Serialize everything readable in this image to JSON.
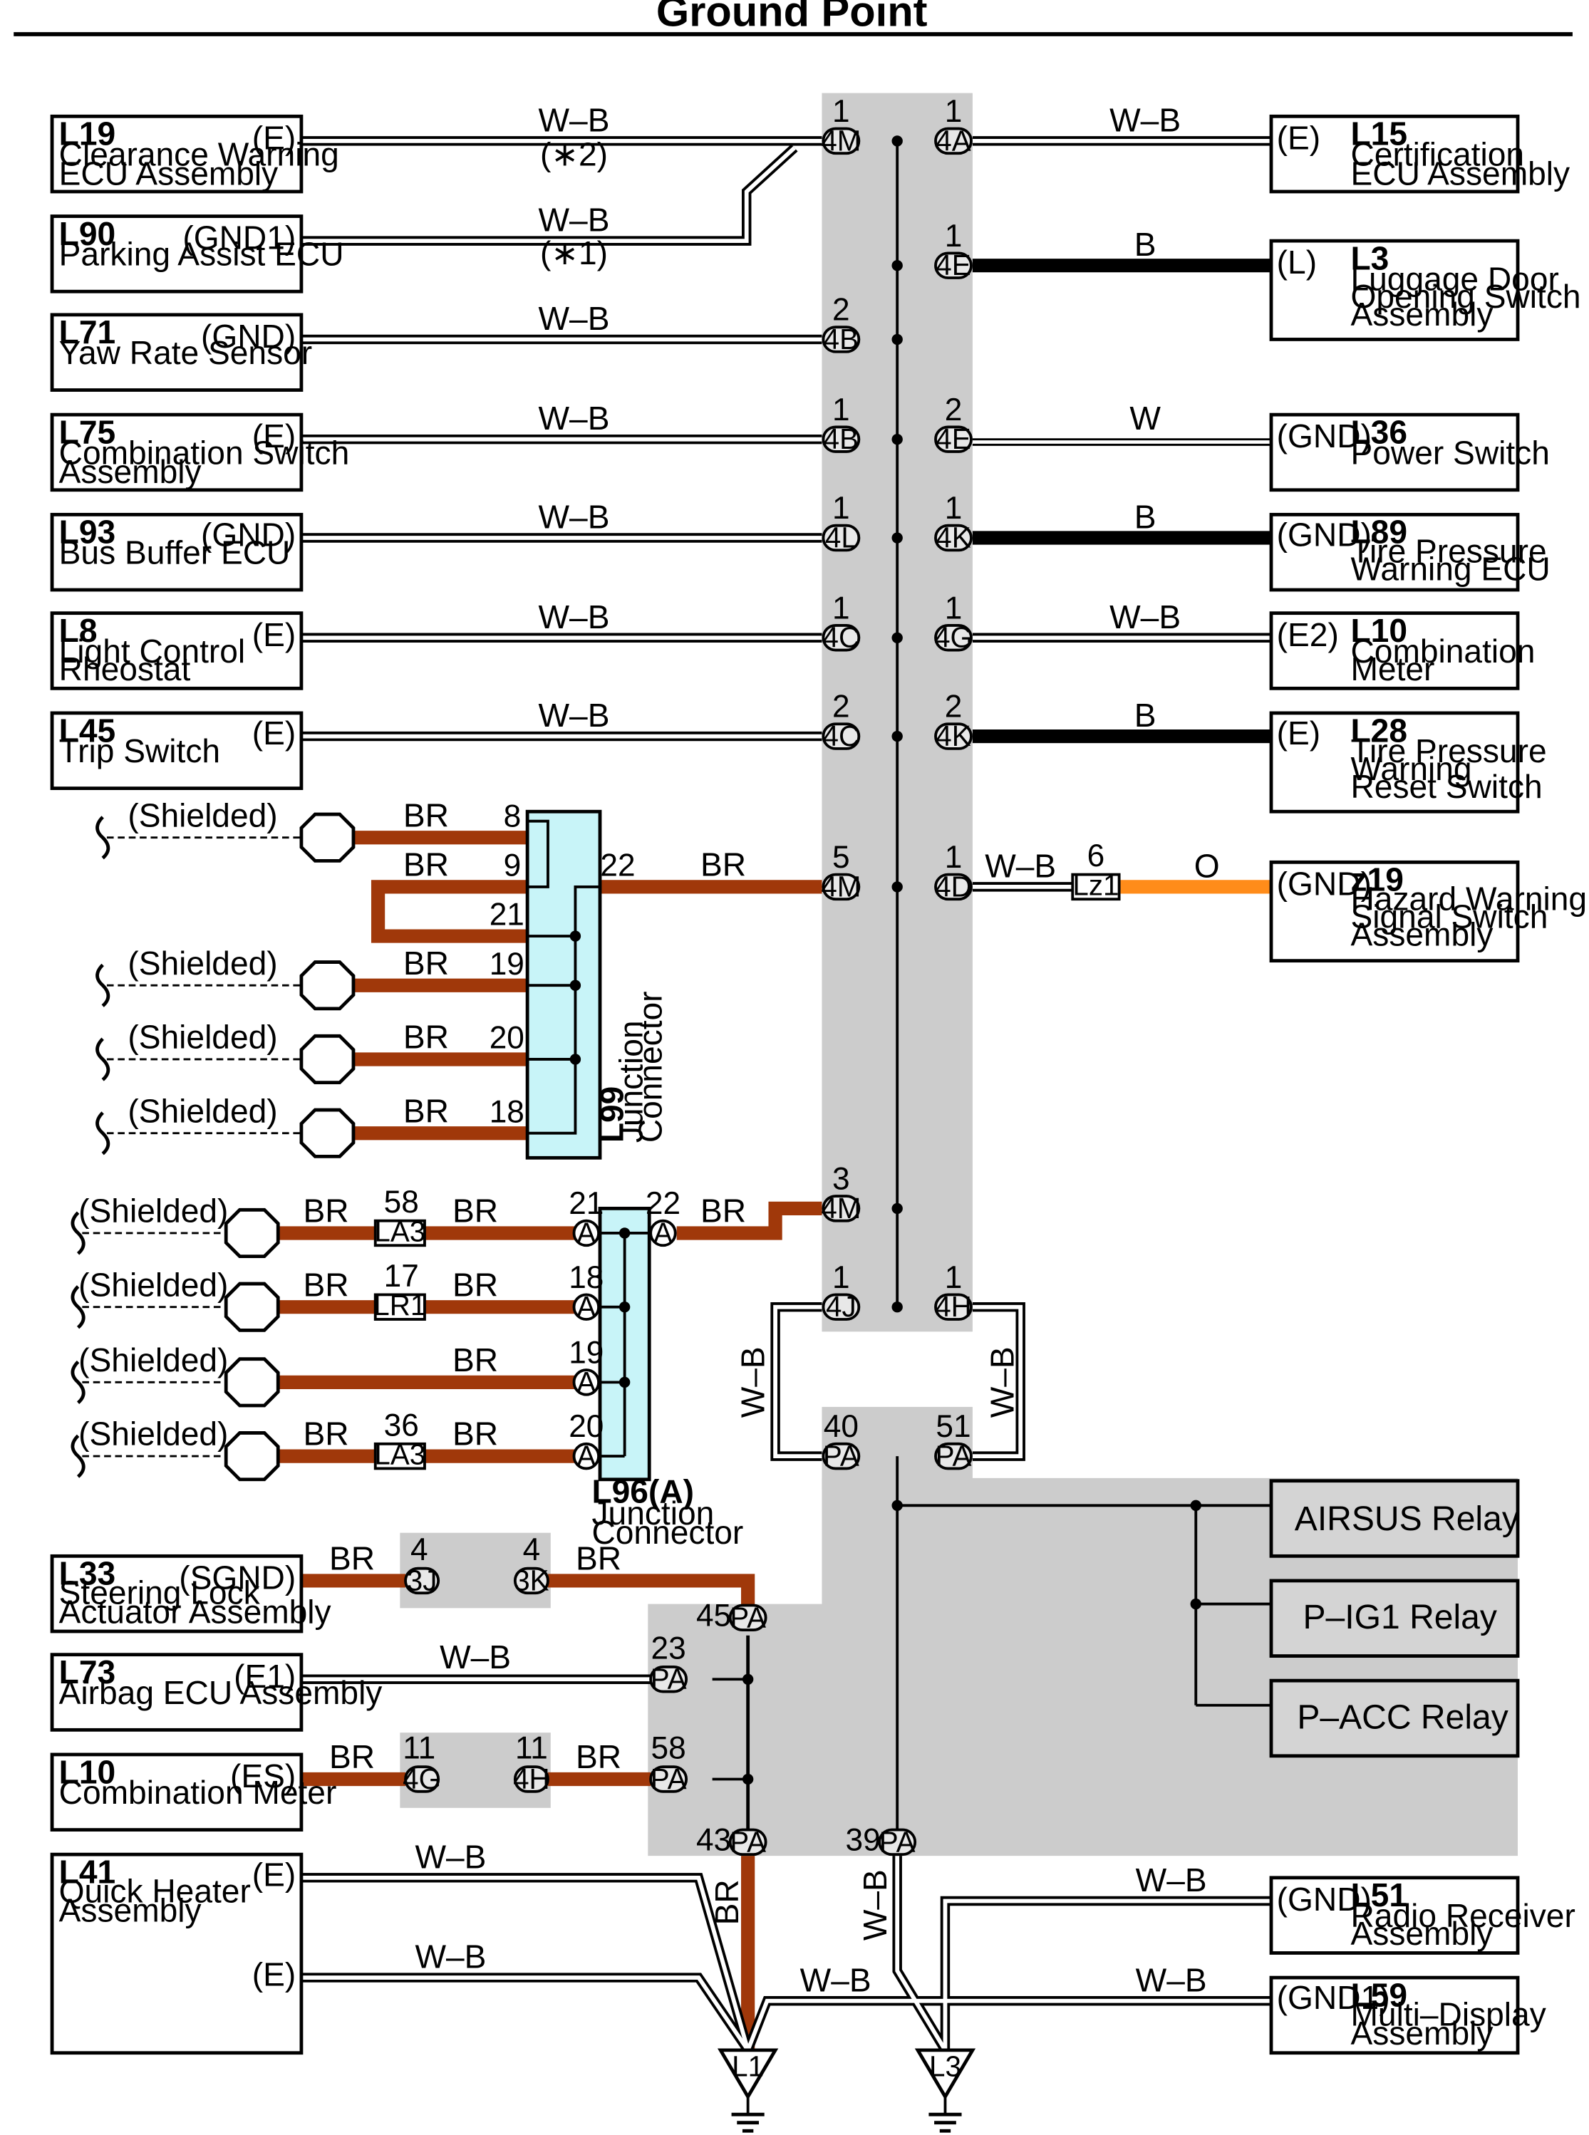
{
  "title": "Ground Point",
  "components": {
    "L19": {
      "code": "L19",
      "name": [
        "Clearance Warning",
        "ECU Assembly"
      ],
      "term": "(E)"
    },
    "L90": {
      "code": "L90",
      "name": [
        "Parking Assist ECU"
      ],
      "term": "(GND1)"
    },
    "L71": {
      "code": "L71",
      "name": [
        "Yaw Rate Sensor"
      ],
      "term": "(GND)"
    },
    "L75": {
      "code": "L75",
      "name": [
        "Combination Switch",
        "Assembly"
      ],
      "term": "(E)"
    },
    "L93": {
      "code": "L93",
      "name": [
        "Bus Buffer ECU"
      ],
      "term": "(GND)"
    },
    "L8": {
      "code": "L8",
      "name": [
        "Light Control",
        "Rheostat"
      ],
      "term": "(E)"
    },
    "L45": {
      "code": "L45",
      "name": [
        "Trip Switch"
      ],
      "term": "(E)"
    },
    "L15": {
      "code": "L15",
      "name": [
        "Certification",
        "ECU Assembly"
      ],
      "term": "(E)"
    },
    "L3": {
      "code": "L3",
      "name": [
        "Luggage Door",
        "Opening Switch",
        "Assembly"
      ],
      "term": "(L)"
    },
    "L36": {
      "code": "L36",
      "name": [
        "Power Switch"
      ],
      "term": "(GND)"
    },
    "L89": {
      "code": "L89",
      "name": [
        "Tire Pressure",
        "Warning ECU"
      ],
      "term": "(GND)"
    },
    "L10r": {
      "code": "L10",
      "name": [
        "Combination",
        "Meter"
      ],
      "term": "(E2)"
    },
    "L28": {
      "code": "L28",
      "name": [
        "Tire Pressure",
        "Warning",
        "Reset Switch"
      ],
      "term": "(E)"
    },
    "z19": {
      "code": "z19",
      "name": [
        "Hazard Warning",
        "Signal Switch",
        "Assembly"
      ],
      "term": "(GND)"
    },
    "L33": {
      "code": "L33",
      "name": [
        "Steering Lock",
        "Actuator Assembly"
      ],
      "term": "(SGND)"
    },
    "L73": {
      "code": "L73",
      "name": [
        "Airbag ECU Assembly"
      ],
      "term": "(E1)"
    },
    "L10l": {
      "code": "L10",
      "name": [
        "Combination Meter"
      ],
      "term": "(ES)"
    },
    "L41": {
      "code": "L41",
      "name": [
        "Quick Heater",
        "Assembly"
      ],
      "term1": "(E)",
      "term2": "(E)"
    },
    "L51": {
      "code": "L51",
      "name": [
        "Radio Receiver",
        "Assembly"
      ],
      "term": "(GND)"
    },
    "L59": {
      "code": "L59",
      "name": [
        "Multi–Display",
        "Assembly"
      ],
      "term": "(GND1)"
    }
  },
  "relays": [
    "AIRSUS Relay",
    "P–IG1 Relay",
    "P–ACC Relay"
  ],
  "junction_connectors": {
    "L99": {
      "code": "L99",
      "name": [
        "Junction",
        "Connector"
      ]
    },
    "L96": {
      "code": "L96(A)",
      "name": [
        "Junction",
        "Connector"
      ]
    }
  },
  "connector_codes": {
    "c4M": "4M",
    "c4A": "4A",
    "c4E": "4E",
    "c4B": "4B",
    "c4L": "4L",
    "c4K": "4K",
    "c4C": "4C",
    "c4G": "4G",
    "c4D": "4D",
    "c4J": "4J",
    "c4H": "4H",
    "cPA": "PA",
    "c3J": "3J",
    "c3K": "3K",
    "cA": "A",
    "cLA3": "LA3",
    "cLR1": "LR1",
    "cLz1": "Lz1"
  },
  "pins": {
    "p1": "1",
    "p2": "2",
    "p3": "3",
    "p4": "4",
    "p5": "5",
    "p6": "6",
    "p8": "8",
    "p9": "9",
    "p11": "11",
    "p17": "17",
    "p18": "18",
    "p19": "19",
    "p20": "20",
    "p21": "21",
    "p22": "22",
    "p23": "23",
    "p36": "36",
    "p39": "39",
    "p40": "40",
    "p43": "43",
    "p45": "45",
    "p51": "51",
    "p58": "58"
  },
  "wire_colors": {
    "WB": "W–B",
    "B": "B",
    "W": "W",
    "BR": "BR",
    "O": "O"
  },
  "notes": {
    "n1": "(∗1)",
    "n2": "(∗2)",
    "shielded": "(Shielded)"
  },
  "ground_points": {
    "g1": "L1",
    "g2": "L3"
  },
  "colors": {
    "brown": "#a0380a",
    "orange": "#ff8c1a",
    "gray": "#cccccc",
    "junction": "#c8f4f8",
    "relay_fill": "#d4d4d4"
  }
}
